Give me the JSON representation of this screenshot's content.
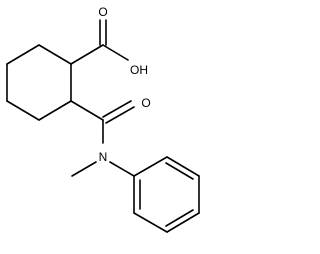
{
  "molecule": {
    "atoms": {
      "carboxyl_oh": "OH",
      "carboxyl_o": "O",
      "amide_o": "O",
      "amide_n": "N"
    }
  }
}
